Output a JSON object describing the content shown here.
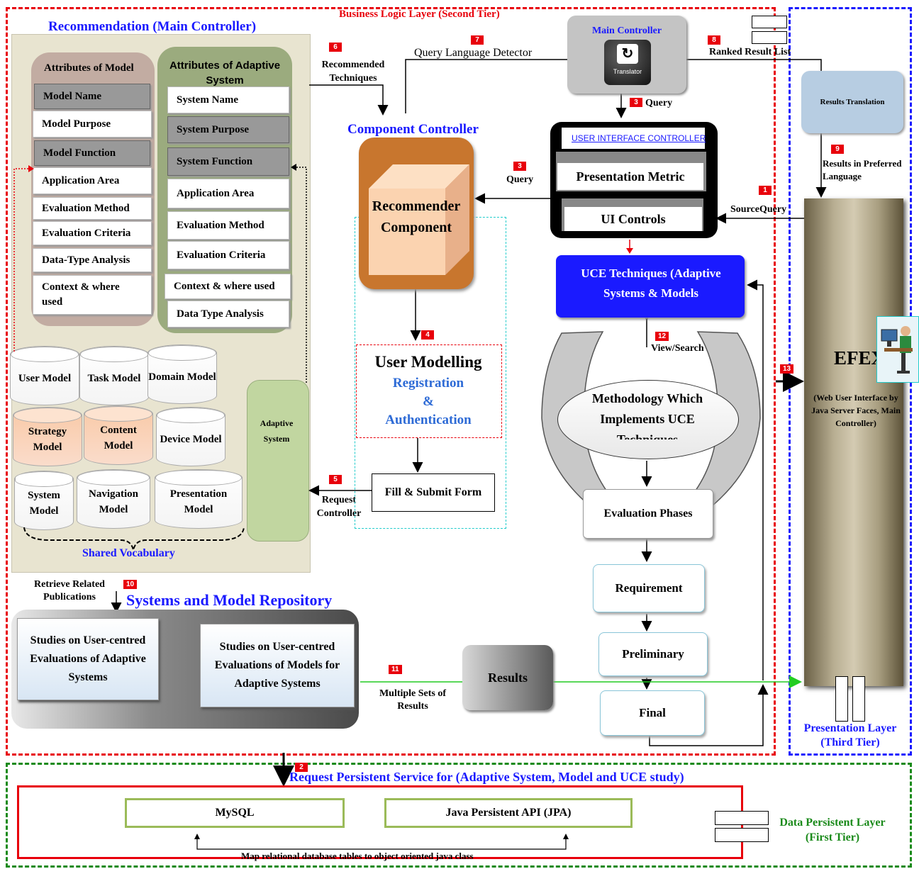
{
  "business_layer_title": "Business Logic  Layer (Second Tier)",
  "recommendation": {
    "title": "Recommendation (Main Controller)",
    "model_panel": {
      "heading": "Attributes of Model",
      "items": [
        "Model Name",
        "Model Purpose",
        "Model Function",
        "Application Area",
        "Evaluation Method",
        "Evaluation Criteria",
        "Data-Type Analysis",
        "Context & where used"
      ]
    },
    "adaptive_panel": {
      "heading": "Attributes of Adaptive System",
      "items": [
        "System Name",
        "System Purpose",
        "System Function",
        "Application Area",
        "Evaluation Method",
        "Evaluation Criteria",
        "Context & where used",
        "Data Type Analysis"
      ]
    },
    "cylinders": [
      "User Model",
      "Task Model",
      "Domain Model",
      "Strategy Model",
      "Content Model",
      "Device Model",
      "System Model",
      "Navigation Model",
      "Presentation Model"
    ],
    "adaptive_system": "Adaptive System",
    "shared_vocabulary": "Shared Vocabulary"
  },
  "steps": {
    "s1": "1",
    "s2": "2",
    "s3": "3",
    "s3b": "3",
    "s4": "4",
    "s5": "5",
    "s6": "6",
    "s7": "7",
    "s8": "8",
    "s9": "9",
    "s10": "10",
    "s11": "11",
    "s12": "12",
    "s13": "13"
  },
  "labels": {
    "recommended_techniques": "Recommended Techniques",
    "query_language_detector": "Query Language Detector",
    "ranked_result_list": "Ranked Result List",
    "query_top": "Query",
    "query_left": "Query",
    "source_query": "SourceQuery",
    "results_preferred": "Results in Preferred Language",
    "view_search": "View/Search",
    "request_controller": "Request Controller",
    "retrieve_publications": "Retrieve Related Publications",
    "multiple_results": "Multiple Sets of Results",
    "map_relational": "Map relational database tables to object oriented java class"
  },
  "main_controller": {
    "title": "Main Controller",
    "icon_label": "Translator"
  },
  "results_translation": "Results Translation",
  "component_controller": "Component Controller",
  "recommender_component": "Recommender Component",
  "ui_controller": {
    "title": "USER INTERFACE CONTROLLER",
    "presentation_metric": "Presentation Metric",
    "ui_controls": "UI Controls"
  },
  "uce_techniques": "UCE Techniques (Adaptive Systems & Models",
  "user_modelling": {
    "title": "User Modelling",
    "sub1": "Registration",
    "sub2": "&",
    "sub3": "Authentication"
  },
  "fill_submit": "Fill & Submit Form",
  "methodology": "Methodology Which Implements UCE Techniques",
  "phases": [
    "Evaluation Phases",
    "Requirement",
    "Preliminary",
    "Final"
  ],
  "repository": {
    "title": "Systems and Model Repository",
    "left": "Studies on User-centred Evaluations of Adaptive Systems",
    "right": "Studies on User-centred Evaluations of Models for Adaptive Systems"
  },
  "results": "Results",
  "efex": {
    "title": "EFEX",
    "description": "(Web User Interface by Java Server Faces, Main Controller)"
  },
  "presentation_layer": "Presentation Layer (Third Tier)",
  "persistent": {
    "title": "Request Persistent Service for (Adaptive System, Model and UCE study)",
    "mysql": "MySQL",
    "jpa": "Java Persistent API (JPA)",
    "layer": "Data Persistent  Layer (First Tier)"
  },
  "colors": {
    "red_border": "#e8000b",
    "blue_border": "#1a1aff",
    "green_border": "#1a8a1a",
    "uce_blue": "#1a1aff",
    "orange": "#c8762e"
  }
}
